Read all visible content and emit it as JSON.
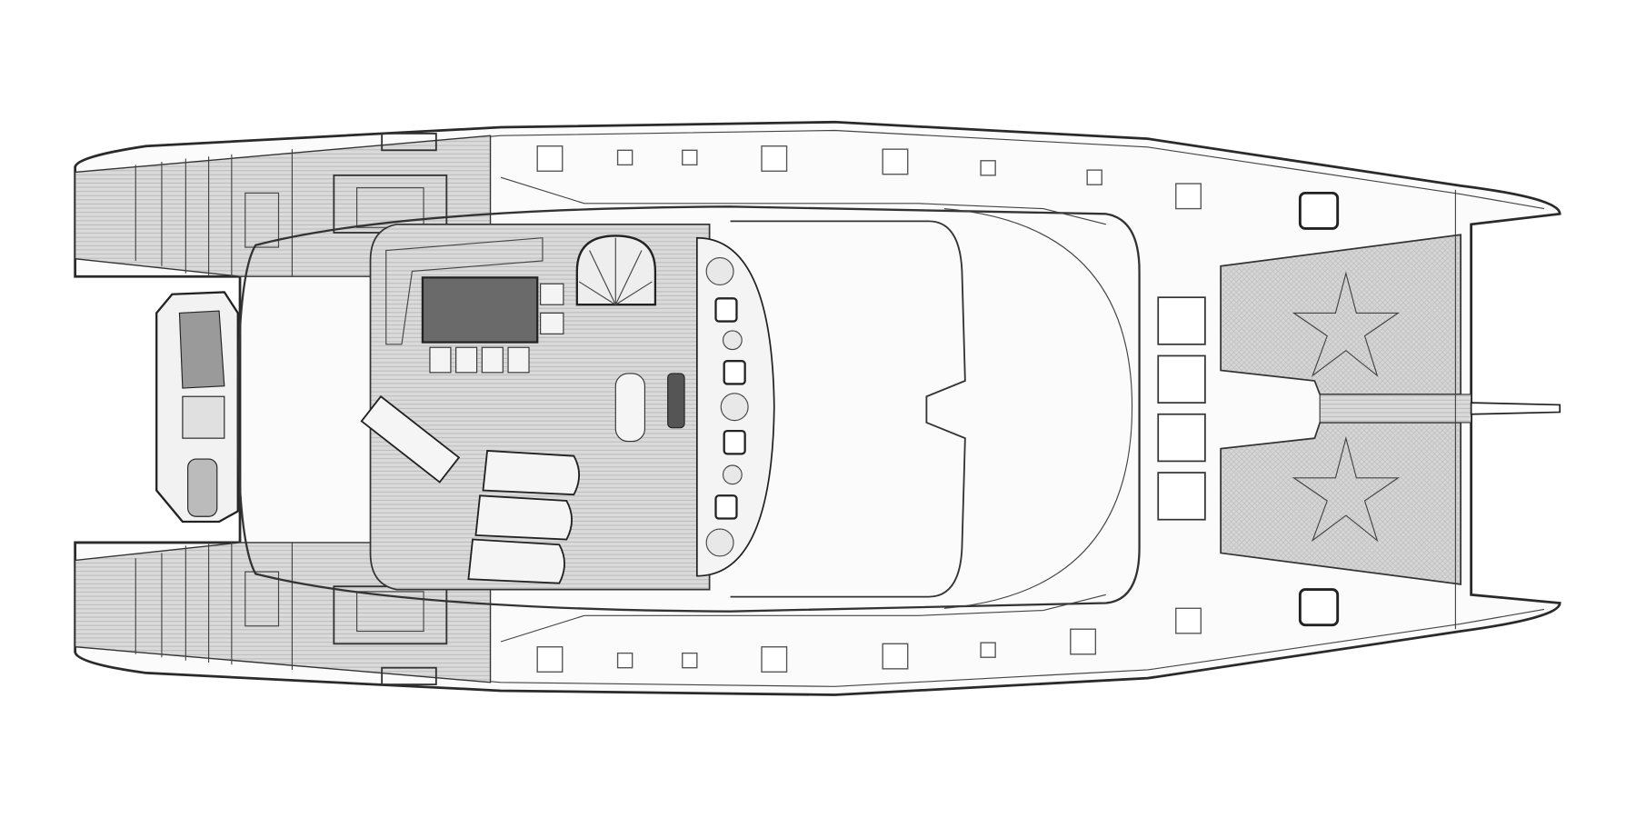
{
  "diagram": {
    "type": "deck-plan",
    "subject": "catamaran",
    "view": "top",
    "colors": {
      "hull_fill": "#fbfbfb",
      "outline": "#2a2a2a",
      "teak_deck": "#d9d9d9",
      "trampoline": "#d4d4d4",
      "table": "#6a6a6a"
    }
  }
}
